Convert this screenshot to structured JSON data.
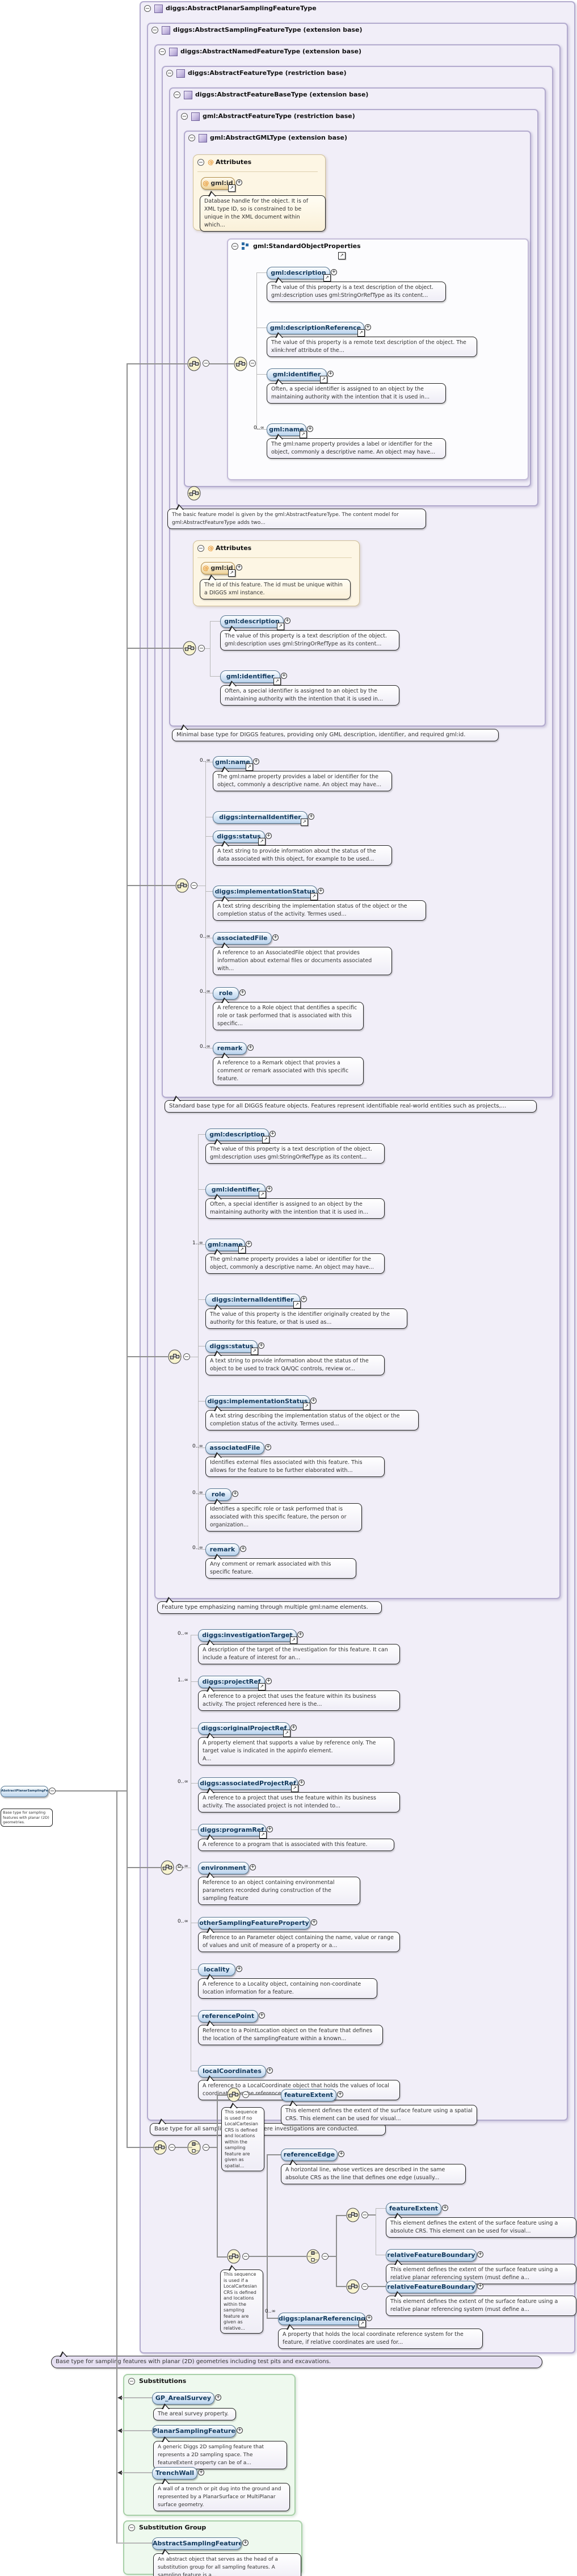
{
  "icons": {
    "collapse": "−",
    "expand": "+",
    "at": "@",
    "swing": "↗"
  },
  "root": {
    "label": "AbstractPlanarSamplingFeature",
    "ann": "Base type for sampling features with planar (2D) geometries."
  },
  "boxes": [
    {
      "title": "diggs:AbstractPlanarSamplingFeatureType",
      "ann": "Base type for sampling features with planar (2D) geometries including test pits and excavations."
    },
    {
      "title": "diggs:AbstractSamplingFeatureType (extension base)",
      "ann": "Base type for all sampling features where investigations are conducted."
    },
    {
      "title": "diggs:AbstractNamedFeatureType (extension base)",
      "ann": "Feature type emphasizing naming through multiple gml:name elements."
    },
    {
      "title": "diggs:AbstractFeatureType (restriction base)",
      "ann": "Standard base type for all DIGGS feature objects. Features represent identifiable real-world entities such as projects,..."
    },
    {
      "title": "diggs:AbstractFeatureBaseType (extension base)",
      "ann": "Minimal base type for DIGGS features, providing only GML description, identifier, and required gml:id."
    },
    {
      "title": "gml:AbstractFeatureType (restriction base)",
      "ann": "The basic feature model is given by the gml:AbstractFeatureType. The content model for gml:AbstractFeatureType adds two..."
    },
    {
      "title": "gml:AbstractGMLType (extension base)",
      "ann": ""
    }
  ],
  "group": {
    "title": "gml:StandardObjectProperties"
  },
  "attr_boxes": [
    {
      "title": "Attributes",
      "name": "gml:id",
      "tip": "Database handle for the object. It is of XML type ID, so is constrained to be unique in the XML document within which..."
    },
    {
      "title": "Attributes",
      "name": "gml:id",
      "tip": "The id of this feature. The id must be unique within a DIGGS xml instance."
    }
  ],
  "seq_notes": [
    "This sequence is used if no LocalCartesianCRS is defined and locations within the sampling feature are given as spatial...",
    "This sequence is used if a LocalCartesianCRS is defined and locations within the sampling feature are given as relative..."
  ],
  "pills": [
    {
      "l": "gml:description",
      "a": "The value of this property is a text description of the object. gml:description uses gml:StringOrRefType as its content..."
    },
    {
      "l": "gml:descriptionReference",
      "a": "The value of this property is a remote text description of the object. The xlink:href attribute of the..."
    },
    {
      "l": "gml:identifier",
      "a": "Often, a special identifier is assigned to an object by the maintaining authority with the intention that it is used in..."
    },
    {
      "c": "0..∞",
      "l": "gml:name",
      "a": "The gml:name property provides a label or identifier for the object, commonly a descriptive name. An object may have..."
    },
    {
      "l": "gml:description",
      "a": "The value of this property is a text description of the object. gml:description uses gml:StringOrRefType as its content..."
    },
    {
      "l": "gml:identifier",
      "a": "Often, a special identifier is assigned to an object by the maintaining authority with the intention that it is used in..."
    },
    {
      "c": "0..∞",
      "l": "gml:name",
      "a": "The gml:name property provides a label or identifier for the object, commonly a descriptive name. An object may have..."
    },
    {
      "l": "diggs:internalIdentifier",
      "a": ""
    },
    {
      "l": "diggs:status",
      "a": "A text string to provide information about the status of the data associated with this object, for example to be used..."
    },
    {
      "l": "diggs:implementationStatus",
      "a": "A text string describing the implementation status of the object or the completion status of the activity. Termes used..."
    },
    {
      "c": "0..∞",
      "l": "associatedFile",
      "a": "A reference to an AssociatedFile object that provides information about external files or documents associated with..."
    },
    {
      "c": "0..∞",
      "l": "role",
      "a": "A reference to a Role object that dentifies a specific role or task performed that is associated with this specific..."
    },
    {
      "c": "0..∞",
      "l": "remark",
      "a": "A reference to a Remark object that provies a comment or remark associated with this specific feature."
    },
    {
      "l": "gml:description",
      "a": "The value of this property is a text description of the object. gml:description uses gml:StringOrRefType as its content..."
    },
    {
      "l": "gml:identifier",
      "a": "Often, a special identifier is assigned to an object by the maintaining authority with the intention that it is used in..."
    },
    {
      "c": "1..∞",
      "l": "gml:name",
      "a": "The gml:name property provides a label or identifier for the object, commonly a descriptive name. An object may have..."
    },
    {
      "l": "diggs:internalIdentifier",
      "a": "The value of this property is the identifier originally created by the authority for this feature, or that is used as..."
    },
    {
      "l": "diggs:status",
      "a": "A text string to provide information about the status of the object to be used to track QA/QC controls, review or..."
    },
    {
      "l": "diggs:implementationStatus",
      "a": "A text string describing the implementation status of the object or the completion status of the activity. Termes used..."
    },
    {
      "c": "0..∞",
      "l": "associatedFile",
      "a": "Identifies external files associated with this feature. This allows for the feature to be further elaborated with..."
    },
    {
      "c": "0..∞",
      "l": "role",
      "a": "Identifies a specific role or task performed that is associated with this specific feature, the person or organization..."
    },
    {
      "c": "0..∞",
      "l": "remark",
      "a": "Any comment or remark associated with this specific feature."
    },
    {
      "c": "0..∞",
      "l": "diggs:investigationTarget",
      "a": "A description of the target of the investigation for this feature. It can include a feature of interest for an..."
    },
    {
      "c": "1..∞",
      "l": "diggs:projectRef",
      "a": "A reference to a project that uses the feature within its business activity. The project referenced here is the..."
    },
    {
      "l": "diggs:originalProjectRef",
      "a": "A property element that supports a value by reference only. The target value is indicated in the appinfo element.\nA..."
    },
    {
      "c": "0..∞",
      "l": "diggs:associatedProjectRef",
      "a": "A reference to a project that uses the feature within its business activity. The associated project is not intended to..."
    },
    {
      "l": "diggs:programRef",
      "a": "A reference to a program that is associated with this feature."
    },
    {
      "c": "0..∞",
      "l": "environment",
      "a": "Reference to an object containing environmental parameters recorded during construction of the sampling feature"
    },
    {
      "c": "0..∞",
      "l": "otherSamplingFeatureProperty",
      "a": "Reference to an Parameter object containing the name, value or range of values and unit of measure of a property or a..."
    },
    {
      "l": "locality",
      "a": "A reference to a Locality object, containing non-coordinate location information for a feature."
    },
    {
      "l": "referencePoint",
      "a": "Reference to a PointLocation object on the feature that defines the location of the samplingFeature within a known..."
    },
    {
      "l": "localCoordinates",
      "a": "A reference to a LocalCoordinate object that holds the values of local coordinates for the reference point of the..."
    },
    {
      "l": "featureExtent",
      "a": "This element defines the extent of the surface feature using a spatial CRS. This element can be used for visual..."
    },
    {
      "l": "referenceEdge",
      "a": "A horizontal line, whose vertices are described in the same absolute CRS as the line that defines one edge (usually..."
    },
    {
      "l": "featureExtent",
      "a": "This element defines the extent of the surface feature using a absolute CRS. This element can be used for visual..."
    },
    {
      "l": "relativeFeatureBoundary",
      "a": "This element defines the extent of the surface feature using a relative planar referencing system (must define a..."
    },
    {
      "l": "relativeFeatureBoundary",
      "a": "This element defines the extent of the surface feature using a relative planar referencing system (must define a..."
    },
    {
      "c": "0..∞",
      "l": "diggs:planarReferencing",
      "a": "A property that holds the local coordinate reference system for the feature, if relative coordinates are used for..."
    },
    {
      "l": "GP_ArealSurvey",
      "a": "The areal survey property."
    },
    {
      "l": "PlanarSamplingFeature",
      "a": "A generic Diggs 2D sampling feature that represents a 2D sampling space. The featureExtent property can be of a..."
    },
    {
      "l": "TrenchWall",
      "a": "A wall of a trench or pit dug into the ground and represented by a PlanarSurface or MultiPlanar surface geometry."
    },
    {
      "l": "AbstractSamplingFeature",
      "a": "An abstract object that serves as the head of a substitution group for all sampling features. A sampling feature is a..."
    }
  ],
  "subs": {
    "title": "Substitutions",
    "group_title": "Substitution Group"
  }
}
